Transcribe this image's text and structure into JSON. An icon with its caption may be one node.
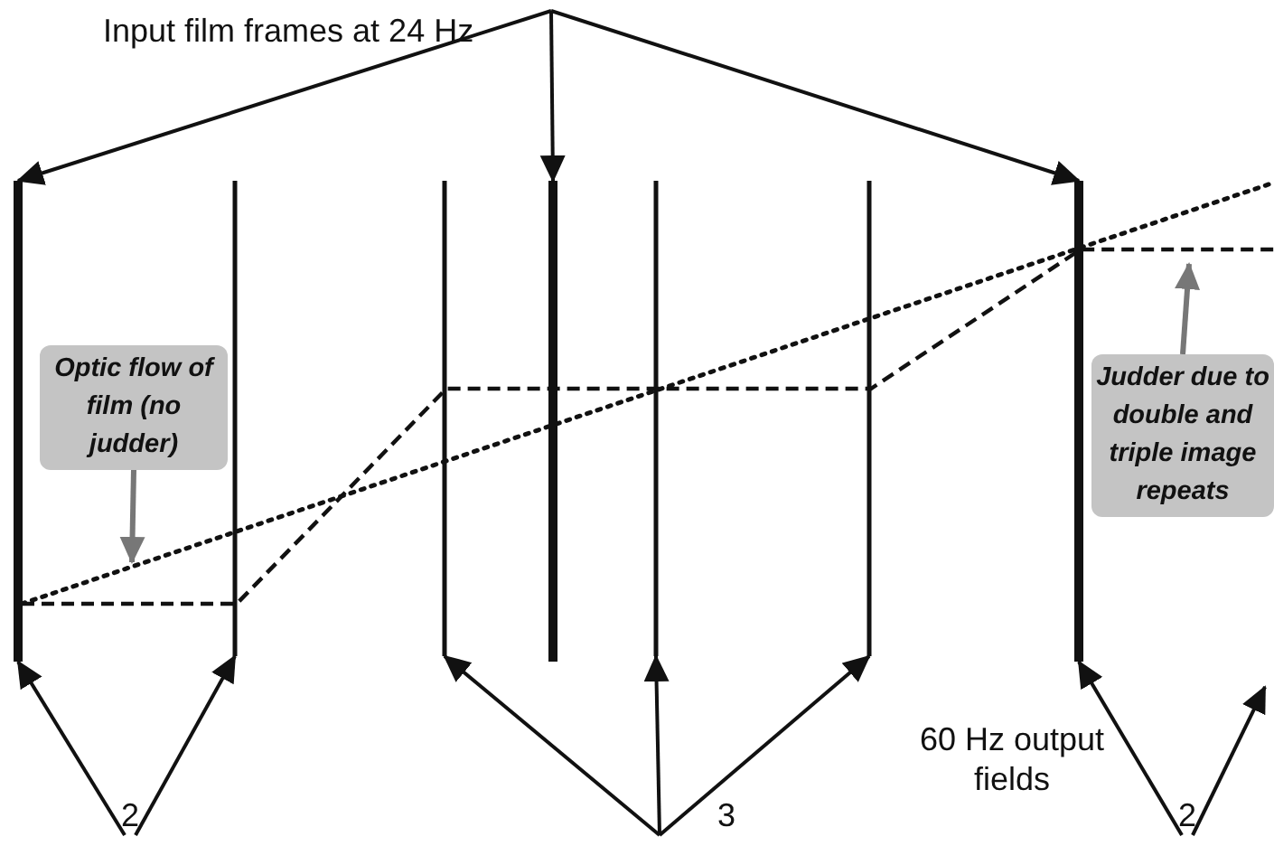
{
  "diagram": {
    "nodes": [
      {
        "text": [
          "Input film frames at 24 Hz"
        ]
      },
      {
        "text": [],
        "shape": "bar"
      },
      {
        "text": [],
        "shape": "bar"
      },
      {
        "text": [],
        "shape": "bar"
      },
      {
        "text": [],
        "shape": "bar"
      },
      {
        "text": [],
        "shape": "bar"
      },
      {
        "text": [],
        "shape": "bar"
      },
      {
        "text": [],
        "shape": "bar"
      },
      {
        "text": [
          "2"
        ]
      },
      {
        "text": [
          "3"
        ]
      },
      {
        "text": [
          "2"
        ]
      },
      {
        "text": [
          "Optic flow of film (no judder)"
        ]
      },
      {
        "text": [
          "Judder due to double and triple image repeats"
        ]
      }
    ],
    "edges": [
      {
        "from": 0,
        "to": 1,
        "arrow": "to"
      },
      {
        "from": 0,
        "to": 4,
        "arrow": "to"
      },
      {
        "from": 0,
        "to": 7,
        "arrow": "to"
      },
      {
        "from": 8,
        "to": 1,
        "arrow": "to"
      },
      {
        "from": 8,
        "to": 2,
        "arrow": "to"
      },
      {
        "from": 9,
        "to": 3,
        "arrow": "to"
      },
      {
        "from": 9,
        "to": 5,
        "arrow": "to"
      },
      {
        "from": 9,
        "to": 6,
        "arrow": "to"
      },
      {
        "from": 10,
        "to": 7,
        "arrow": "to"
      },
      {
        "from": 10,
        "to": null,
        "arrow": "to"
      },
      {
        "from": 11,
        "to": null,
        "arrow": "to",
        "color": "#777777"
      },
      {
        "from": 12,
        "to": null,
        "arrow": "to",
        "color": "#777777"
      }
    ],
    "labels": [
      "60 Hz output fields"
    ]
  }
}
